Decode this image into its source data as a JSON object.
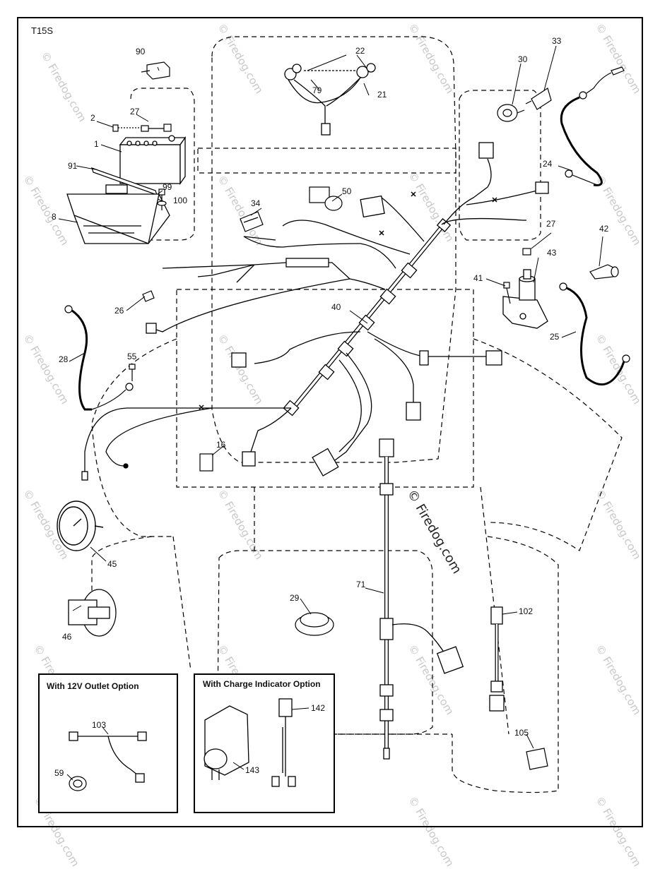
{
  "diagram_code": "T15S",
  "watermark": "© Firedog.com",
  "option_12v": "With 12V Outlet Option",
  "option_charge": "With Charge Indicator Option",
  "labels": {
    "p1": "1",
    "p2": "2",
    "p8": "8",
    "p16": "16",
    "p21": "21",
    "p22": "22",
    "p24": "24",
    "p25": "25",
    "p26": "26",
    "p27a": "27",
    "p27b": "27",
    "p28": "28",
    "p29": "29",
    "p30": "30",
    "p33": "33",
    "p34": "34",
    "p40": "40",
    "p41": "41",
    "p42": "42",
    "p43": "43",
    "p45": "45",
    "p46": "46",
    "p50": "50",
    "p55": "55",
    "p59": "59",
    "p71": "71",
    "p79": "79",
    "p90": "90",
    "p91": "91",
    "p99": "99",
    "p100": "100",
    "p102": "102",
    "p103": "103",
    "p105": "105",
    "p142": "142",
    "p143": "143"
  }
}
